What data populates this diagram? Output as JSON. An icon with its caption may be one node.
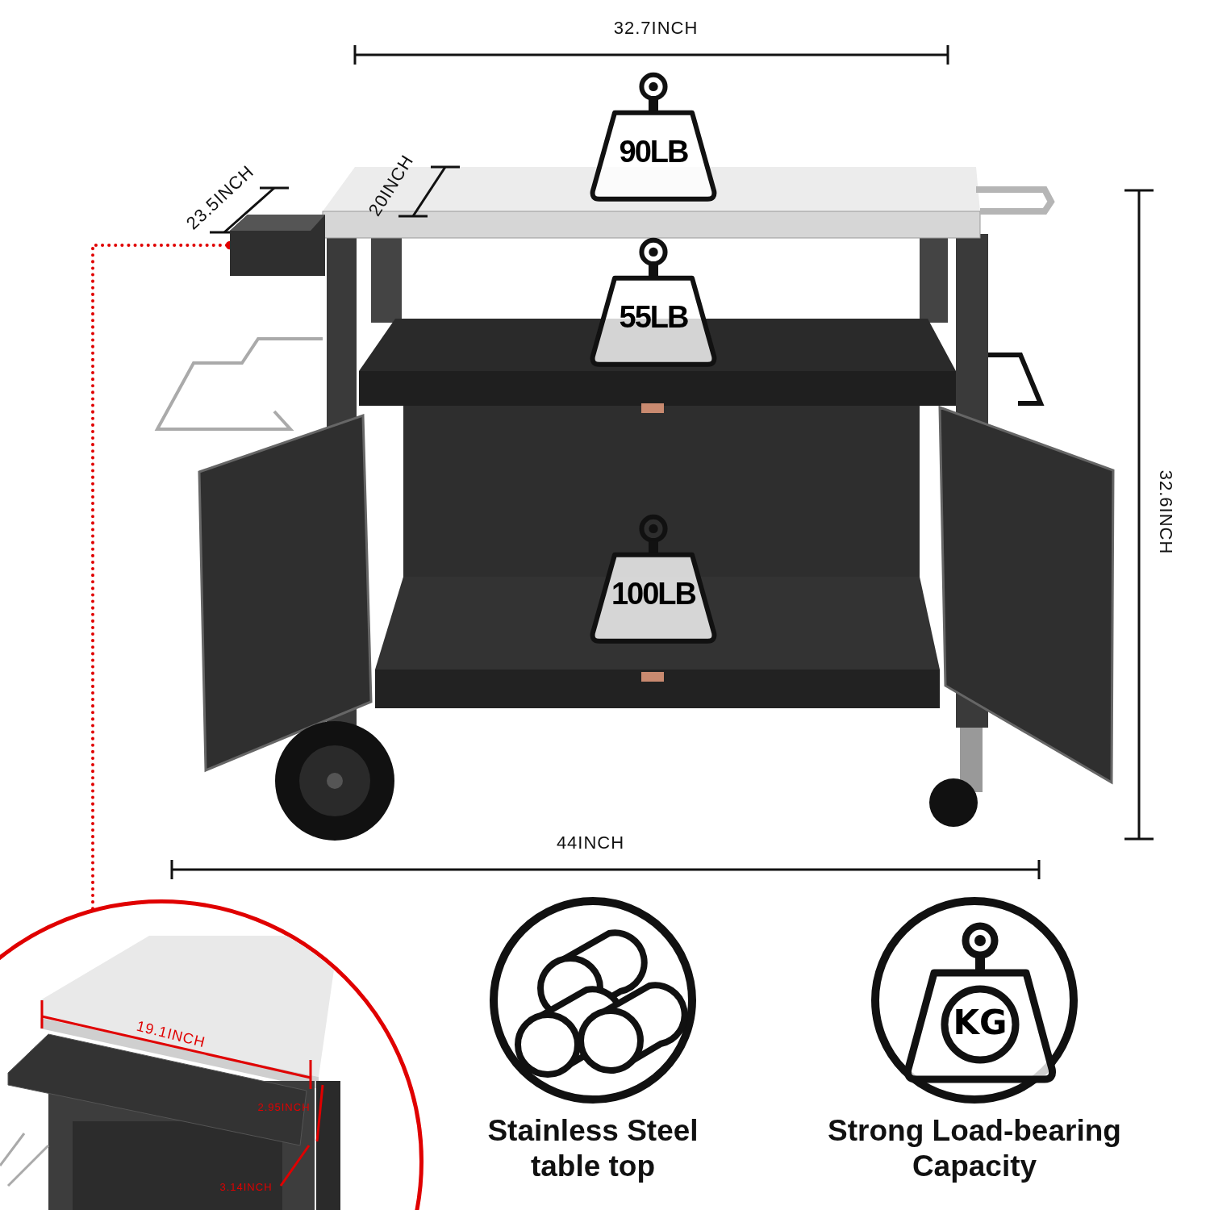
{
  "diagram": {
    "nodes": [
      {
        "text": [
          "90LB"
        ]
      },
      {
        "text": [
          "55LB"
        ]
      },
      {
        "text": [
          "100LB"
        ]
      },
      {
        "text": [],
        "shape": "circle",
        "beside": [
          "Stainless Steel table top"
        ]
      },
      {
        "text": [],
        "shape": "circle",
        "beside": [
          "Strong Load-bearing Capacity"
        ]
      },
      {
        "text": [
          "KG"
        ],
        "in": 4
      },
      {
        "text": [],
        "shape": "picture"
      },
      {
        "text": [],
        "shape": "picture"
      }
    ],
    "edges": [
      {
        "from": 6,
        "to": 7,
        "arrow": "other",
        "style": "dashed",
        "color": "#e00000"
      }
    ],
    "labels": [
      "32.7INCH",
      "23.5INCH",
      "20INCH",
      "32.6INCH",
      "44INCH",
      "19.1INCH",
      "2.95INCH",
      "3.14INCH"
    ]
  }
}
